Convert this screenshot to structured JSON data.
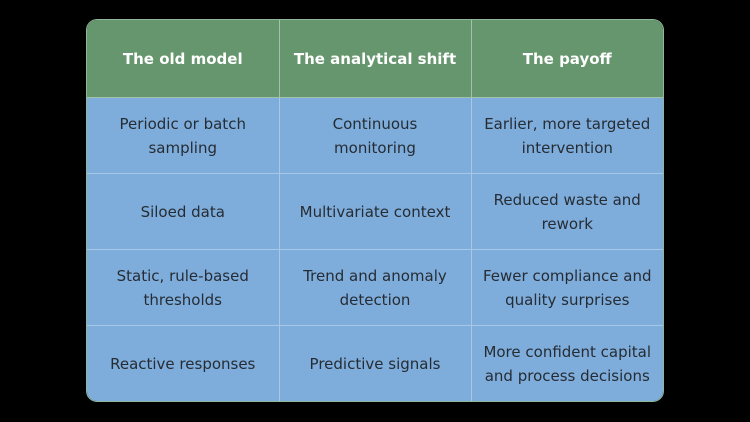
{
  "table": {
    "headers": [
      "The old model",
      "The analytical shift",
      "The payoff"
    ],
    "rows": [
      [
        "Periodic or batch sampling",
        "Continuous monitoring",
        "Earlier, more targeted intervention"
      ],
      [
        "Siloed data",
        "Multivariate context",
        "Reduced waste and rework"
      ],
      [
        "Static, rule-based thresholds",
        "Trend and anomaly detection",
        "Fewer compliance and quality surprises"
      ],
      [
        "Reactive responses",
        "Predictive signals",
        "More confident capital and process decisions"
      ]
    ]
  },
  "colors": {
    "header_bg": "#66966e",
    "header_text": "#ffffff",
    "body_bg": "#7eaddc",
    "body_text": "#262c33",
    "page_bg": "#000000"
  }
}
